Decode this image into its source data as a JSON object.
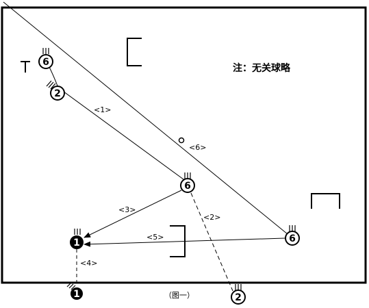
{
  "note": "注：无关球略",
  "caption": "（图一）",
  "players": [
    {
      "id": "p6a",
      "number": "6",
      "style": "open"
    },
    {
      "id": "p2a",
      "number": "2",
      "style": "open"
    },
    {
      "id": "p6b",
      "number": "6",
      "style": "open"
    },
    {
      "id": "p6c",
      "number": "6",
      "style": "open"
    },
    {
      "id": "p1a",
      "number": "1",
      "style": "filled"
    },
    {
      "id": "p1b",
      "number": "1",
      "style": "filled"
    },
    {
      "id": "p2b",
      "number": "2",
      "style": "open"
    }
  ],
  "moves": [
    {
      "id": "m1",
      "label": "<1>"
    },
    {
      "id": "m2",
      "label": "<2>"
    },
    {
      "id": "m3",
      "label": "<3>"
    },
    {
      "id": "m4",
      "label": "<4>"
    },
    {
      "id": "m5",
      "label": "<5>"
    },
    {
      "id": "m6",
      "label": "<6>"
    }
  ]
}
